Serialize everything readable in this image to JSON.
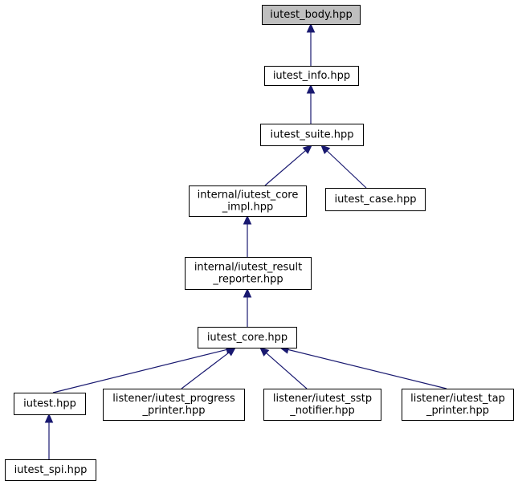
{
  "colors": {
    "edge": "#191970",
    "root_fill": "#bfbfbf",
    "node_fill": "#ffffff",
    "node_stroke": "#000000"
  },
  "nodes": [
    {
      "id": "iutest_body",
      "lines": [
        "iutest_body.hpp"
      ],
      "root": true
    },
    {
      "id": "iutest_info",
      "lines": [
        "iutest_info.hpp"
      ]
    },
    {
      "id": "iutest_suite",
      "lines": [
        "iutest_suite.hpp"
      ]
    },
    {
      "id": "core_impl",
      "lines": [
        "internal/iutest_core",
        "_impl.hpp"
      ]
    },
    {
      "id": "iutest_case",
      "lines": [
        "iutest_case.hpp"
      ]
    },
    {
      "id": "result_reporter",
      "lines": [
        "internal/iutest_result",
        "_reporter.hpp"
      ]
    },
    {
      "id": "iutest_core",
      "lines": [
        "iutest_core.hpp"
      ]
    },
    {
      "id": "iutest",
      "lines": [
        "iutest.hpp"
      ]
    },
    {
      "id": "progress_printer",
      "lines": [
        "listener/iutest_progress",
        "_printer.hpp"
      ]
    },
    {
      "id": "sstp_notifier",
      "lines": [
        "listener/iutest_sstp",
        "_notifier.hpp"
      ]
    },
    {
      "id": "tap_printer",
      "lines": [
        "listener/iutest_tap",
        "_printer.hpp"
      ]
    },
    {
      "id": "iutest_spi",
      "lines": [
        "iutest_spi.hpp"
      ]
    }
  ],
  "edges": [
    {
      "from": "iutest_info",
      "to": "iutest_body"
    },
    {
      "from": "iutest_suite",
      "to": "iutest_info"
    },
    {
      "from": "core_impl",
      "to": "iutest_suite"
    },
    {
      "from": "iutest_case",
      "to": "iutest_suite"
    },
    {
      "from": "result_reporter",
      "to": "core_impl"
    },
    {
      "from": "iutest_core",
      "to": "result_reporter"
    },
    {
      "from": "iutest",
      "to": "iutest_core"
    },
    {
      "from": "progress_printer",
      "to": "iutest_core"
    },
    {
      "from": "sstp_notifier",
      "to": "iutest_core"
    },
    {
      "from": "tap_printer",
      "to": "iutest_core"
    },
    {
      "from": "iutest_spi",
      "to": "iutest"
    }
  ]
}
